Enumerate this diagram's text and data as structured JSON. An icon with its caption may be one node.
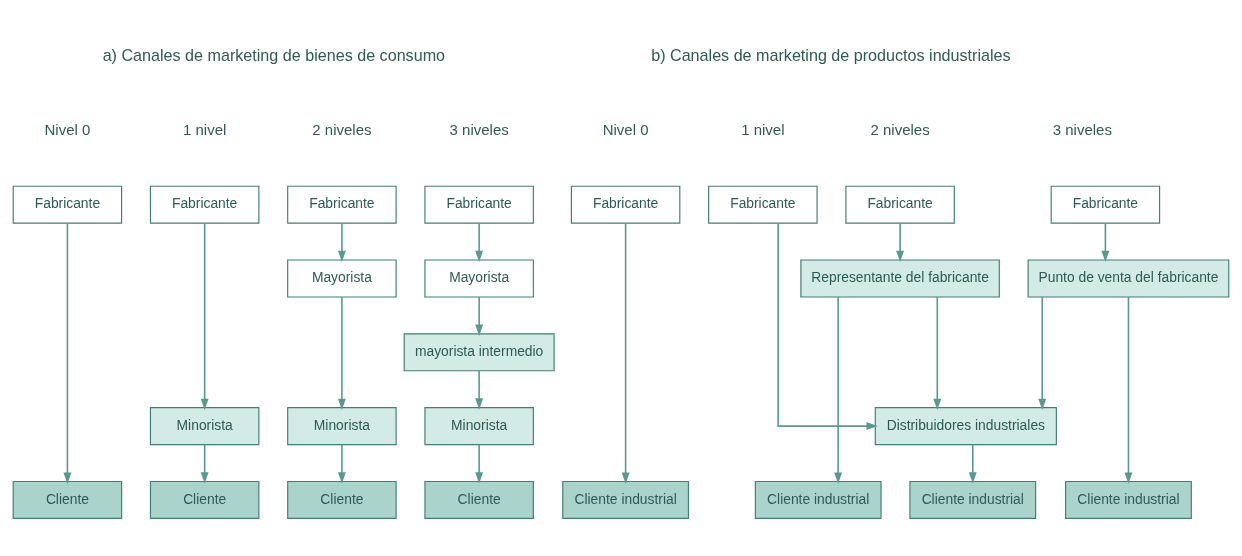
{
  "diagram": {
    "nodes": [
      {
        "text": [
          "Fabricante"
        ]
      },
      {
        "text": [
          "Cliente"
        ]
      },
      {
        "text": [
          "Fabricante"
        ]
      },
      {
        "text": [
          "Minorista"
        ]
      },
      {
        "text": [
          "Cliente"
        ]
      },
      {
        "text": [
          "Fabricante"
        ]
      },
      {
        "text": [
          "Mayorista"
        ]
      },
      {
        "text": [
          "Minorista"
        ]
      },
      {
        "text": [
          "Cliente"
        ]
      },
      {
        "text": [
          "Fabricante"
        ]
      },
      {
        "text": [
          "Mayorista"
        ]
      },
      {
        "text": [
          "mayorista intermedio"
        ]
      },
      {
        "text": [
          "Minorista"
        ]
      },
      {
        "text": [
          "Cliente"
        ]
      },
      {
        "text": [
          "Fabricante"
        ]
      },
      {
        "text": [
          "Cliente industrial"
        ]
      },
      {
        "text": [
          "Fabricante"
        ]
      },
      {
        "text": [
          "Distribuidores industriales"
        ]
      },
      {
        "text": [
          "Cliente industrial"
        ]
      },
      {
        "text": [
          "Fabricante"
        ]
      },
      {
        "text": [
          "Representante del fabricante"
        ]
      },
      {
        "text": [
          "Cliente industrial"
        ]
      },
      {
        "text": [
          "Fabricante"
        ]
      },
      {
        "text": [
          "Punto de venta del fabricante"
        ]
      },
      {
        "text": [
          "Cliente industrial"
        ]
      }
    ],
    "edges": [
      {
        "from": 0,
        "to": 1,
        "arrow": "to"
      },
      {
        "from": 2,
        "to": 3,
        "arrow": "to"
      },
      {
        "from": 3,
        "to": 4,
        "arrow": "to"
      },
      {
        "from": 5,
        "to": 6,
        "arrow": "to"
      },
      {
        "from": 6,
        "to": 7,
        "arrow": "to"
      },
      {
        "from": 7,
        "to": 8,
        "arrow": "to"
      },
      {
        "from": 9,
        "to": 10,
        "arrow": "to"
      },
      {
        "from": 10,
        "to": 11,
        "arrow": "to"
      },
      {
        "from": 11,
        "to": 12,
        "arrow": "to"
      },
      {
        "from": 12,
        "to": 13,
        "arrow": "to"
      },
      {
        "from": 14,
        "to": 15,
        "arrow": "to"
      },
      {
        "from": 16,
        "to": 17,
        "arrow": "to"
      },
      {
        "from": 17,
        "to": 18,
        "arrow": "to"
      },
      {
        "from": 19,
        "to": 20,
        "arrow": "to"
      },
      {
        "from": 20,
        "to": 17,
        "arrow": "to"
      },
      {
        "from": 20,
        "to": 21,
        "arrow": "to"
      },
      {
        "from": 22,
        "to": 23,
        "arrow": "to"
      },
      {
        "from": 23,
        "to": 17,
        "arrow": "to"
      },
      {
        "from": 23,
        "to": 24,
        "arrow": "to"
      }
    ],
    "labels": [
      "a) Canales de marketing de bienes de consumo",
      "Nivel 0",
      "1 nivel",
      "2 niveles",
      "3 niveles",
      "b) Canales de marketing de productos industriales",
      "Nivel 0",
      "1 nivel",
      "2 niveles",
      "3 niveles"
    ]
  }
}
